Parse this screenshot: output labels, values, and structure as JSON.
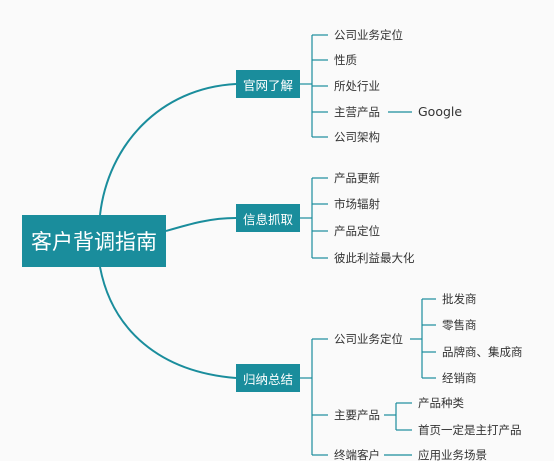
{
  "root": "客户背调指南",
  "branches": [
    {
      "label": "官网了解",
      "items": [
        "公司业务定位",
        "性质",
        "所处行业",
        "主营产品",
        "公司架构"
      ],
      "extra": "Google"
    },
    {
      "label": "信息抓取",
      "items": [
        "产品更新",
        "市场辐射",
        "产品定位",
        "彼此利益最大化"
      ]
    },
    {
      "label": "归纳总结",
      "items": [
        "公司业务定位",
        "主要产品",
        "终端客户"
      ]
    }
  ],
  "subitems": {
    "business": [
      "批发商",
      "零售商",
      "品牌商、集成商",
      "经销商"
    ],
    "products": [
      "产品种类",
      "首页一定是主打产品"
    ],
    "clients": [
      "应用业务场景"
    ]
  },
  "colors": {
    "box": "#1a8d9c",
    "line": "#1a8d9c",
    "text": "#333333"
  }
}
